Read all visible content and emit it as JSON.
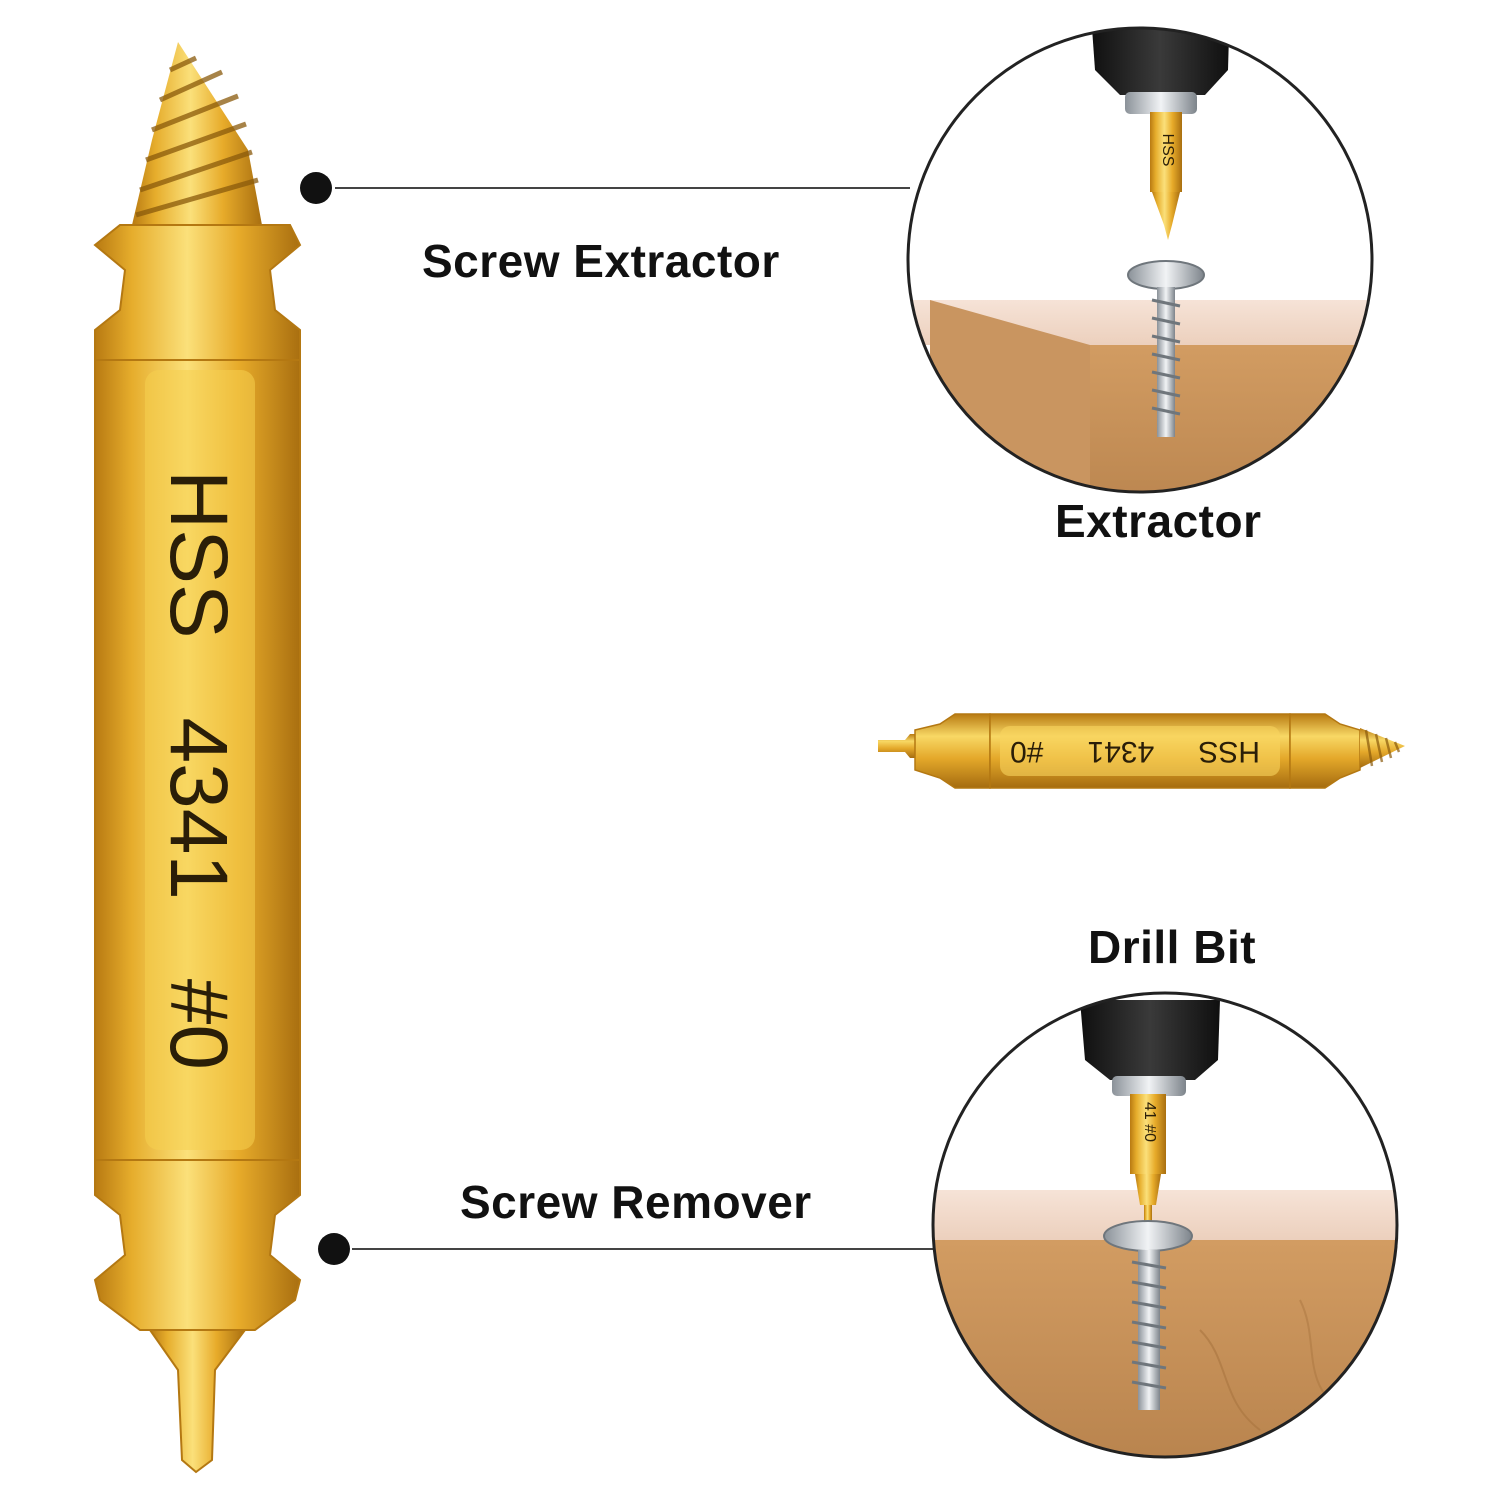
{
  "labels": {
    "screw_extractor": "Screw Extractor",
    "extractor": "Extractor",
    "drill_bit": "Drill Bit",
    "screw_remover": "Screw Remover"
  },
  "bit_marking": {
    "material": "HSS",
    "model": "4341",
    "size": "#0"
  },
  "small_bit_marking": {
    "material": "HSS",
    "model": "4341",
    "size": "#0"
  },
  "circle_top_marking": "HSS",
  "circle_bottom_marking": "41 #0",
  "colors": {
    "gold_light": "#f6d45e",
    "gold_mid": "#e0a526",
    "gold_dark": "#a8700f",
    "wood_top": "#f1d9c9",
    "wood_face": "#c8925a",
    "drill_black": "#1b1b1b",
    "line": "#333333"
  }
}
